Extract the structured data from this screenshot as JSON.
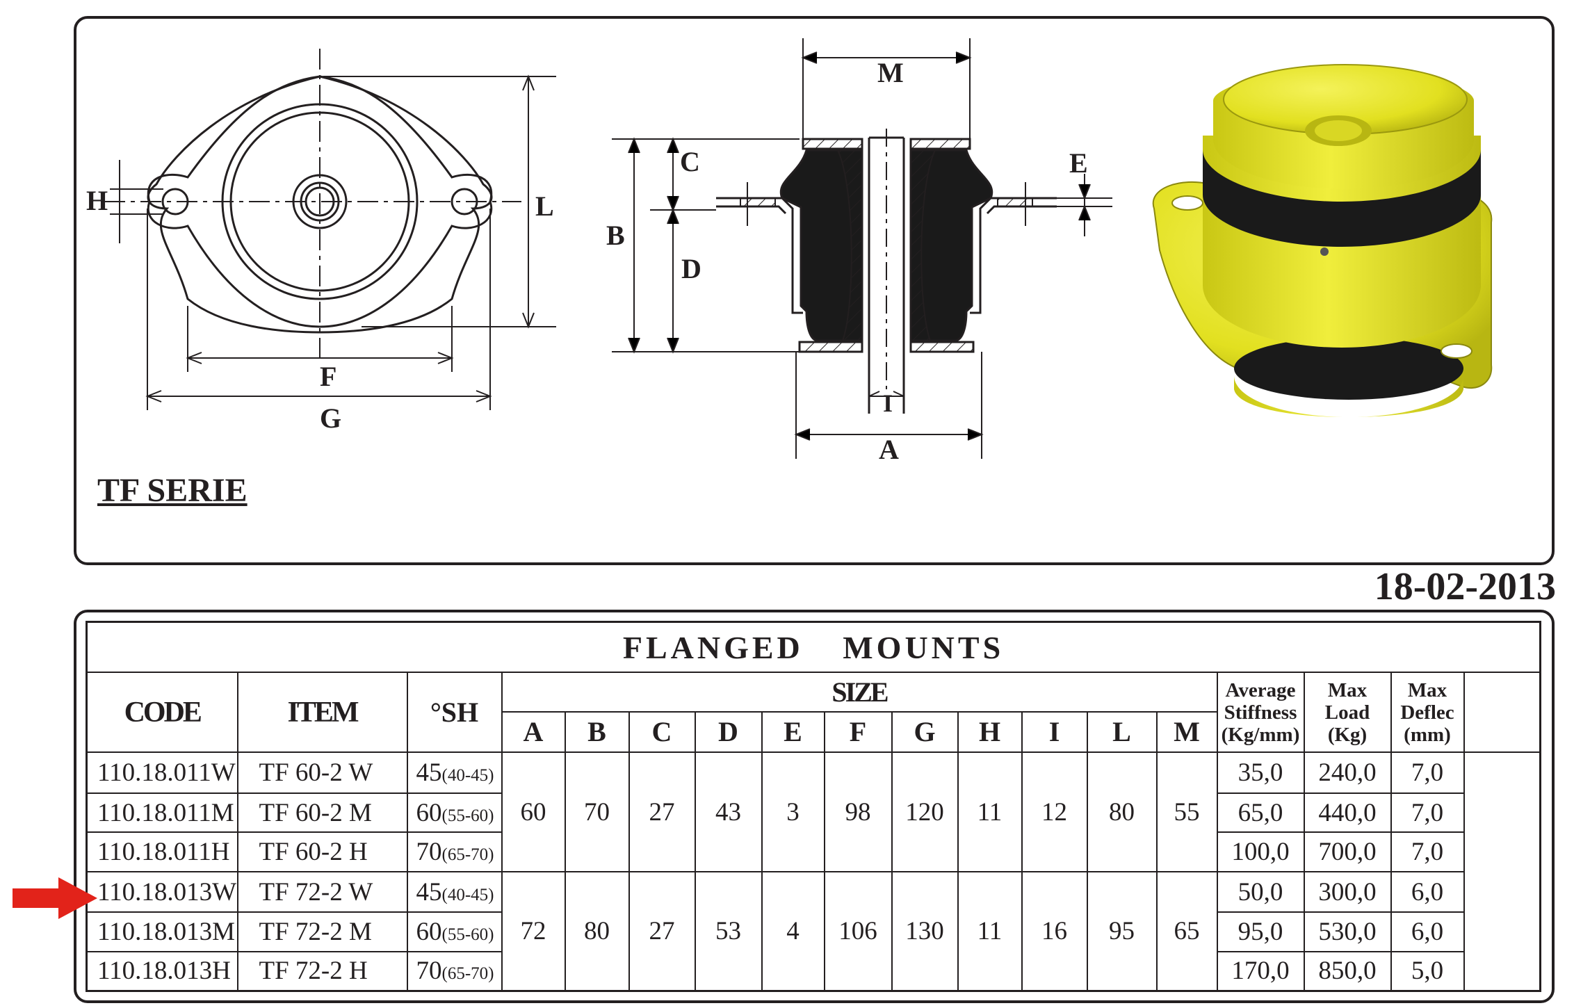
{
  "serie_title": "TF SERIE",
  "date": "18-02-2013",
  "dimension_letters": {
    "A": "A",
    "B": "B",
    "C": "C",
    "D": "D",
    "E": "E",
    "F": "F",
    "G": "G",
    "H": "H",
    "I": "I",
    "L": "L",
    "M": "M"
  },
  "colors": {
    "line": "#231f20",
    "product_yellow": "#e8e62a",
    "rubber_black": "#1a1a1a",
    "arrow_red": "#e2231a"
  },
  "table": {
    "title": "FLANGED MOUNTS",
    "headers": {
      "code": "CODE",
      "item": "ITEM",
      "sh": "°SH",
      "size": "SIZE",
      "letters": [
        "A",
        "B",
        "C",
        "D",
        "E",
        "F",
        "G",
        "H",
        "I",
        "L",
        "M"
      ],
      "stiffness": [
        "Average",
        "Stiffness",
        "(Kg/mm)"
      ],
      "max_load": [
        "Max",
        "Load",
        "(Kg)"
      ],
      "max_deflec": [
        "Max",
        "Deflec",
        "(mm)"
      ]
    },
    "groups": [
      {
        "sizes": [
          "60",
          "70",
          "27",
          "43",
          "3",
          "98",
          "120",
          "11",
          "12",
          "80",
          "55"
        ],
        "rows": [
          {
            "code": "110.18.011W",
            "item": "TF 60-2 W",
            "sh": "45",
            "sh_range": "(40-45)",
            "stiffness": "35,0",
            "load": "240,0",
            "deflec": "7,0"
          },
          {
            "code": "110.18.011M",
            "item": "TF 60-2 M",
            "sh": "60",
            "sh_range": "(55-60)",
            "stiffness": "65,0",
            "load": "440,0",
            "deflec": "7,0"
          },
          {
            "code": "110.18.011H",
            "item": "TF 60-2 H",
            "sh": "70",
            "sh_range": "(65-70)",
            "stiffness": "100,0",
            "load": "700,0",
            "deflec": "7,0"
          }
        ]
      },
      {
        "sizes": [
          "72",
          "80",
          "27",
          "53",
          "4",
          "106",
          "130",
          "11",
          "16",
          "95",
          "65"
        ],
        "rows": [
          {
            "code": "110.18.013W",
            "item": "TF 72-2 W",
            "sh": "45",
            "sh_range": "(40-45)",
            "stiffness": "50,0",
            "load": "300,0",
            "deflec": "6,0"
          },
          {
            "code": "110.18.013M",
            "item": "TF 72-2 M",
            "sh": "60",
            "sh_range": "(55-60)",
            "stiffness": "95,0",
            "load": "530,0",
            "deflec": "6,0"
          },
          {
            "code": "110.18.013H",
            "item": "TF 72-2 H",
            "sh": "70",
            "sh_range": "(65-70)",
            "stiffness": "170,0",
            "load": "850,0",
            "deflec": "5,0"
          }
        ]
      }
    ]
  }
}
